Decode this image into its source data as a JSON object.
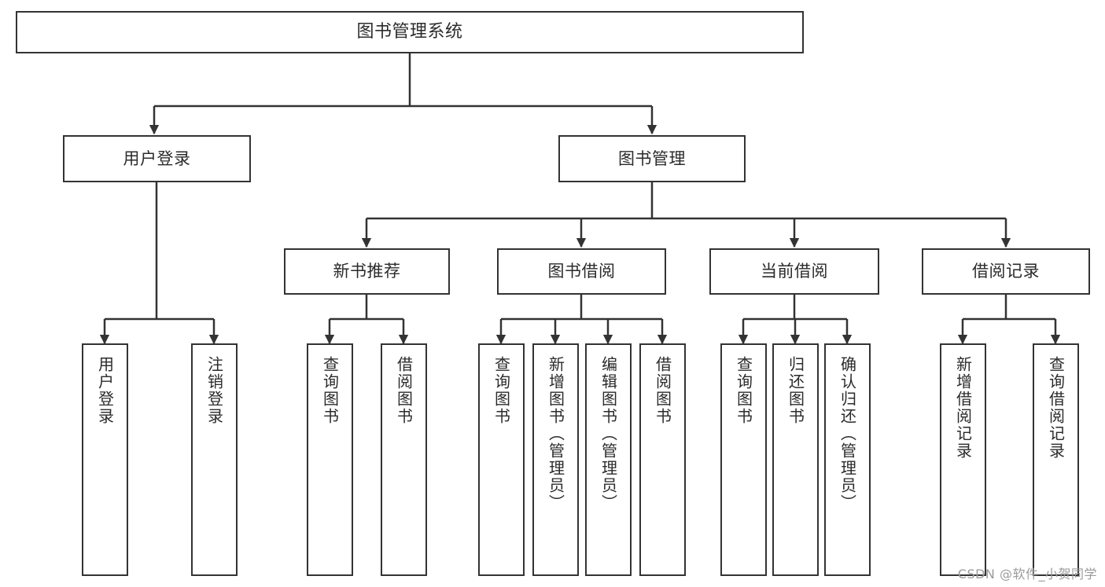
{
  "diagram": {
    "type": "tree-hierarchy",
    "title": "图书管理系统",
    "watermark": "CSDN @软件_小贺同学",
    "colors": {
      "box_border": "#333333",
      "box_fill": "#ffffff",
      "edge": "#333333",
      "text": "#2b2b2b",
      "watermark": "#9a9a9a",
      "background": "#ffffff"
    },
    "nodes": {
      "root": {
        "label": "图书管理系统"
      },
      "level2": [
        {
          "id": "user-login",
          "label": "用户登录"
        },
        {
          "id": "book-management",
          "label": "图书管理"
        }
      ],
      "level3": [
        {
          "id": "new-book-recommend",
          "label": "新书推荐"
        },
        {
          "id": "book-borrow",
          "label": "图书借阅"
        },
        {
          "id": "current-borrow",
          "label": "当前借阅"
        },
        {
          "id": "borrow-record",
          "label": "借阅记录"
        }
      ],
      "leaves": {
        "user_login": [
          {
            "id": "leaf-user-login",
            "label": "用户登录"
          },
          {
            "id": "leaf-logout-login",
            "label": "注销登录"
          }
        ],
        "new_book_recommend": [
          {
            "id": "leaf-query-book-1",
            "label": "查询图书"
          },
          {
            "id": "leaf-borrow-book-1",
            "label": "借阅图书"
          }
        ],
        "book_borrow": [
          {
            "id": "leaf-query-book-2",
            "label": "查询图书"
          },
          {
            "id": "leaf-add-book",
            "label": "新增图书（管理员）"
          },
          {
            "id": "leaf-edit-book",
            "label": "编辑图书（管理员）"
          },
          {
            "id": "leaf-borrow-book-2",
            "label": "借阅图书"
          }
        ],
        "current_borrow": [
          {
            "id": "leaf-query-book-3",
            "label": "查询图书"
          },
          {
            "id": "leaf-return-book",
            "label": "归还图书"
          },
          {
            "id": "leaf-confirm-return",
            "label": "确认归还（管理员）"
          }
        ],
        "borrow_record": [
          {
            "id": "leaf-add-record",
            "label": "新增借阅记录"
          },
          {
            "id": "leaf-query-record",
            "label": "查询借阅记录"
          }
        ]
      }
    }
  }
}
